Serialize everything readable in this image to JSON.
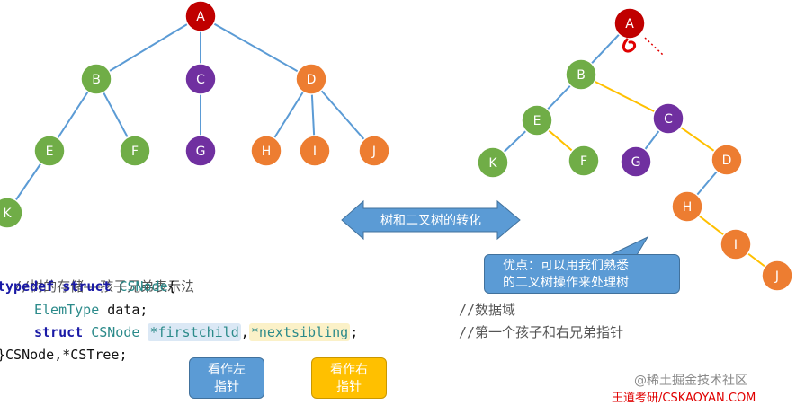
{
  "left_tree": {
    "nodes": [
      {
        "label": "A",
        "color": "#c00000"
      },
      {
        "label": "B",
        "color": "#70ad47"
      },
      {
        "label": "C",
        "color": "#7030a0"
      },
      {
        "label": "D",
        "color": "#ed7d31"
      },
      {
        "label": "E",
        "color": "#70ad47"
      },
      {
        "label": "F",
        "color": "#70ad47"
      },
      {
        "label": "G",
        "color": "#7030a0"
      },
      {
        "label": "H",
        "color": "#ed7d31"
      },
      {
        "label": "I",
        "color": "#ed7d31"
      },
      {
        "label": "J",
        "color": "#ed7d31"
      },
      {
        "label": "K",
        "color": "#70ad47"
      }
    ],
    "edges": [
      [
        "A",
        "B"
      ],
      [
        "A",
        "C"
      ],
      [
        "A",
        "D"
      ],
      [
        "B",
        "E"
      ],
      [
        "B",
        "F"
      ],
      [
        "C",
        "G"
      ],
      [
        "D",
        "H"
      ],
      [
        "D",
        "I"
      ],
      [
        "D",
        "J"
      ],
      [
        "E",
        "K"
      ]
    ]
  },
  "right_tree": {
    "nodes": [
      {
        "label": "A",
        "color": "#c00000"
      },
      {
        "label": "B",
        "color": "#70ad47"
      },
      {
        "label": "E",
        "color": "#70ad47"
      },
      {
        "label": "C",
        "color": "#7030a0"
      },
      {
        "label": "K",
        "color": "#70ad47"
      },
      {
        "label": "F",
        "color": "#70ad47"
      },
      {
        "label": "G",
        "color": "#7030a0"
      },
      {
        "label": "D",
        "color": "#ed7d31"
      },
      {
        "label": "H",
        "color": "#ed7d31"
      },
      {
        "label": "I",
        "color": "#ed7d31"
      },
      {
        "label": "J",
        "color": "#ed7d31"
      }
    ],
    "child_edges": [
      [
        "A",
        "B"
      ],
      [
        "B",
        "E"
      ],
      [
        "E",
        "K"
      ],
      [
        "C",
        "G"
      ],
      [
        "D",
        "H"
      ]
    ],
    "sibling_edges": [
      [
        "B",
        "C"
      ],
      [
        "E",
        "F"
      ],
      [
        "C",
        "D"
      ],
      [
        "H",
        "I"
      ],
      [
        "I",
        "J"
      ]
    ]
  },
  "colors": {
    "child_edge": "#5b9bd5",
    "sibling_edge": "#ffc000",
    "arrow": "#5b9bd5",
    "annotation": "#e00000"
  },
  "arrow_label": "树和二叉树的转化",
  "advantage_callout": [
    "优点：可以用我们熟悉",
    "的二叉树操作来处理树"
  ],
  "code": {
    "comment": "//树的存储——孩子兄弟表示法",
    "typedef": "typedef",
    "struct_kw": "struct",
    "type_name": "CSNode",
    "open_brace": "{",
    "elem_type": "ElemType",
    "data_field": " data;",
    "data_comment": "//数据域",
    "struct_kw2": "struct",
    "type_name2": "CSNode",
    "first_child": "*firstchild",
    "comma": ",",
    "next_sibling": "*nextsibling",
    "semicolon": ";",
    "ptr_comment": "//第一个孩子和右兄弟指针",
    "close_line": "}CSNode,*CSTree;"
  },
  "callout_first": [
    "看作左",
    "指针"
  ],
  "callout_next": [
    "看作右",
    "指针"
  ],
  "watermark_juejin": "@稀土掘金技术社区",
  "watermark_wangdao": "王道考研/CSKAOYAN.COM"
}
